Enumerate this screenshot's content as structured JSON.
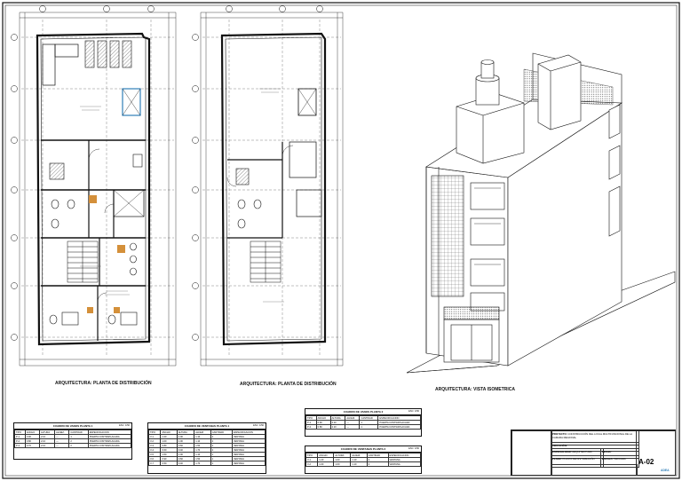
{
  "captions": {
    "plan1": "ARQUITECTURA: PLANTA DE DISTRIBUCIÓN",
    "plan2": "ARQUITECTURA: PLANTA DE DISTRIBUCIÓN",
    "isometric": "ARQUITECTURA: VISTA ISOMETRICA"
  },
  "tables": [
    {
      "title": "CUADRO DE VANOS PLANTA 1",
      "scale": "ESC: 1/50",
      "headers": [
        "TIPO",
        "ANCHO",
        "ALTURA",
        "ALFEIZ.",
        "CANTIDAD",
        "ESPECIFICACION"
      ],
      "rows": [
        [
          "P-1",
          "0.90",
          "2.10",
          "—",
          "1",
          "PUERTA CONTRAPLACADA"
        ],
        [
          "P-2",
          "0.80",
          "2.10",
          "—",
          "2",
          "PUERTA CONTRAPLACADA"
        ],
        [
          "P-3",
          "0.70",
          "2.10",
          "—",
          "2",
          "PUERTA CONTRAPLACADA"
        ]
      ]
    },
    {
      "title": "CUADRO DE VENTANAS PLANTA 1",
      "scale": "ESC: 1/50",
      "headers": [
        "TIPO",
        "ANCHO",
        "ALTURA",
        "ALFEIZ.",
        "CANTIDAD",
        "ESPECIFICACION"
      ],
      "rows": [
        [
          "V-1",
          "1.20",
          "1.00",
          "1.10",
          "2",
          "VENTANA"
        ],
        [
          "V-2",
          "1.00",
          "1.00",
          "1.10",
          "2",
          "VENTANA"
        ],
        [
          "V-3",
          "0.80",
          "0.60",
          "1.50",
          "2",
          "VENTANA"
        ],
        [
          "V-4",
          "0.60",
          "0.40",
          "1.70",
          "2",
          "VENTANA"
        ],
        [
          "V-5",
          "1.50",
          "1.00",
          "1.10",
          "1",
          "VENTANA"
        ],
        [
          "V-6",
          "0.90",
          "0.60",
          "1.50",
          "1",
          "VENTANA"
        ],
        [
          "V-7",
          "0.50",
          "0.40",
          "1.70",
          "1",
          "VENTANA"
        ]
      ]
    },
    {
      "title": "CUADRO DE VANOS PLANTA 2",
      "scale": "ESC: 1/50",
      "headers": [
        "TIPO",
        "ANCHO",
        "ALTURA",
        "ALFEIZ.",
        "CANTIDAD",
        "ESPECIFICACION"
      ],
      "rows": [
        [
          "P-1",
          "0.90",
          "2.10",
          "—",
          "1",
          "PUERTA CONTRAPLACADA"
        ],
        [
          "P-2",
          "0.80",
          "2.10",
          "—",
          "1",
          "PUERTA CONTRAPLACADA"
        ]
      ]
    },
    {
      "title": "CUADRO DE VENTANAS PLANTA 2",
      "scale": "ESC: 1/50",
      "headers": [
        "TIPO",
        "ANCHO",
        "ALTURA",
        "ALFEIZ.",
        "CANTIDAD",
        "ESPECIFICACION"
      ],
      "rows": [
        [
          "V-1",
          "1.20",
          "1.00",
          "1.10",
          "2",
          "VENTANA"
        ],
        [
          "V-2",
          "1.00",
          "1.00",
          "1.10",
          "2",
          "VENTANA"
        ]
      ]
    }
  ],
  "titleblock": {
    "project_label": "PROYECTO:",
    "project": "CONSTRUCCIÓN DEL LOCAL MULTIFUNCIONAL DE LA CAMARA REGIONAL",
    "location_label": "UBICACIÓN:",
    "specialty_label": "ESPECIALIDAD:",
    "specialty": "ARQUITECTURA",
    "plan_label": "PLANO:",
    "plan": "PLANTA DE DISTRIBUCIÓN",
    "scale_label": "ESCALA:",
    "scale": "INDICADA",
    "date_label": "FECHA:",
    "sheet": "A-02",
    "brand": "ADEA"
  },
  "colors": {
    "line": "#111111",
    "hatch": "#555555",
    "fixture": "#d4903a",
    "accent": "#2f7fb8",
    "logo_green": "#3a9a4a"
  }
}
